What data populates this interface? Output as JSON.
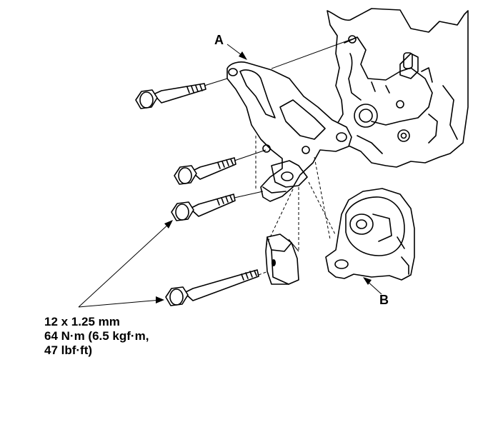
{
  "labels": {
    "part_a": "A",
    "part_b": "B"
  },
  "spec": {
    "line1": "12 x 1.25 mm",
    "line2": "64 N·m (6.5 kgf·m,",
    "line3": "47 lbf·ft)"
  }
}
